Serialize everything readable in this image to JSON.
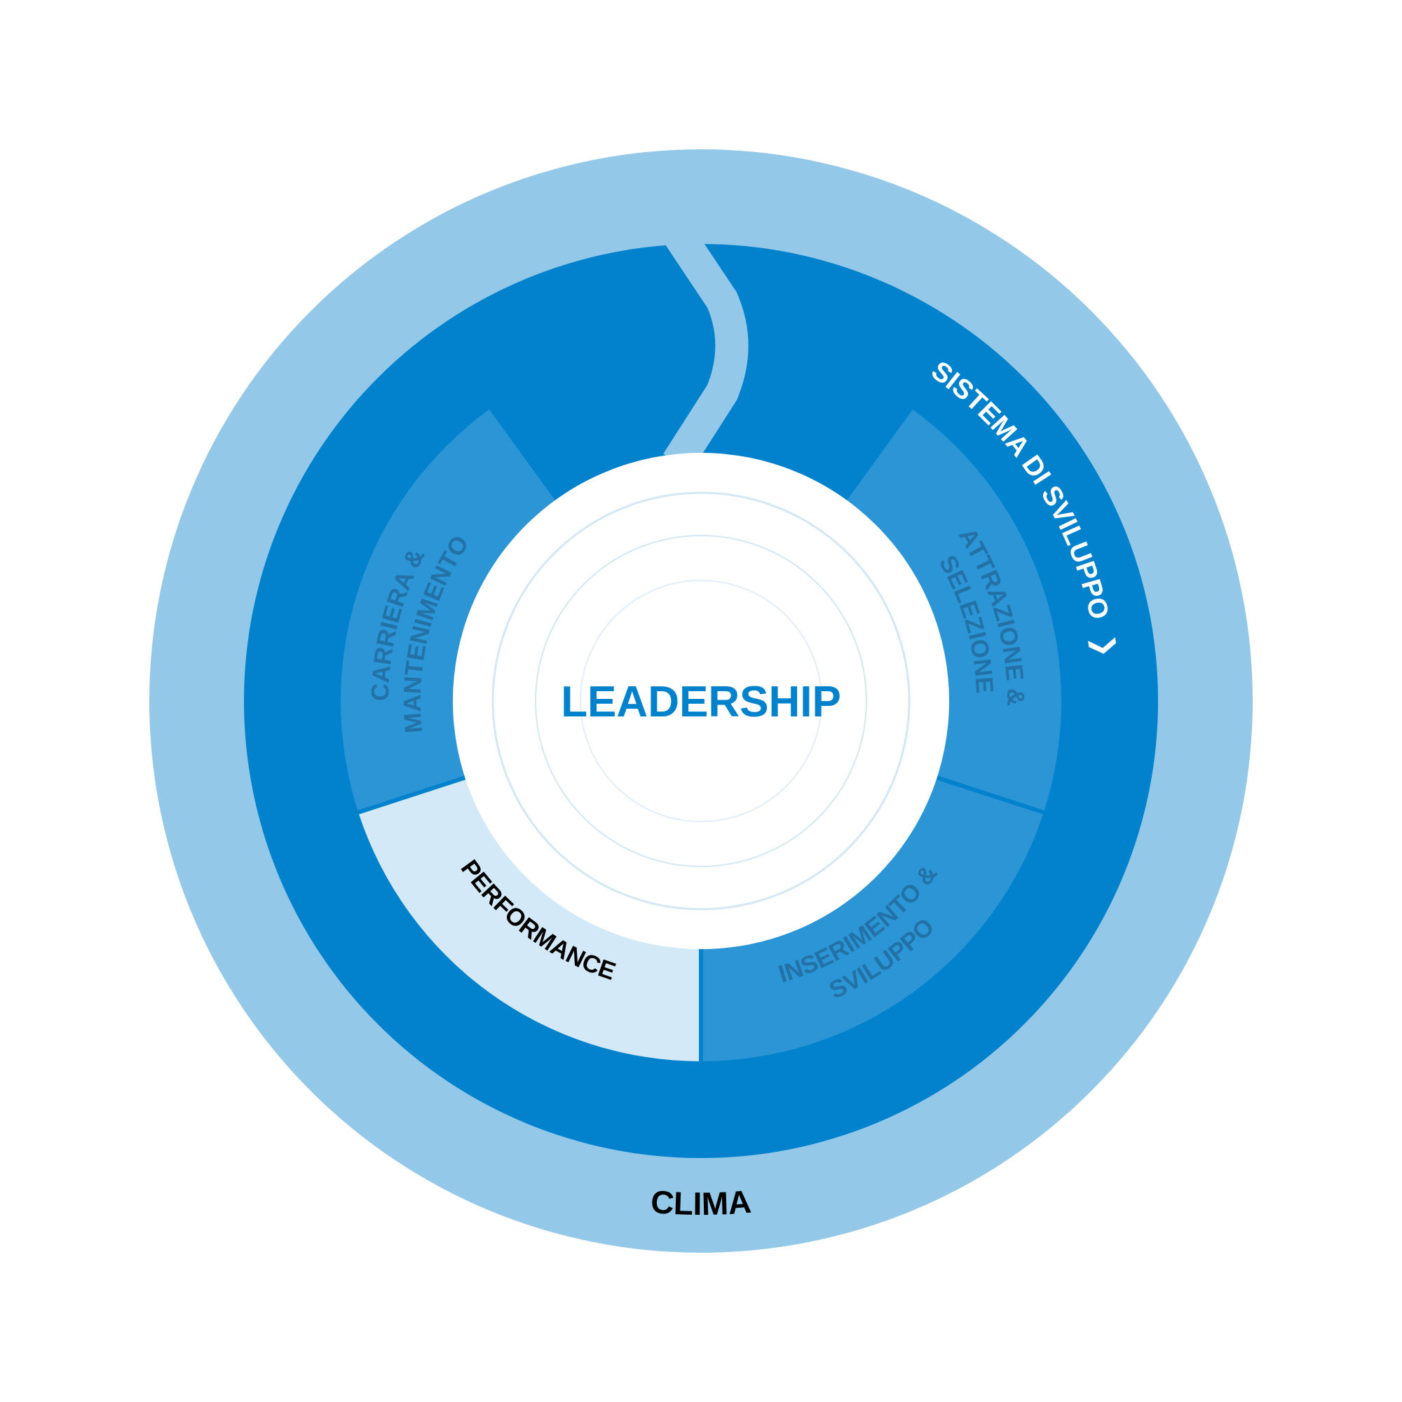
{
  "center": {
    "label": "LEADERSHIP"
  },
  "outer_ring": {
    "label": "CLIMA"
  },
  "middle_ring": {
    "label": "SISTEMA DI SVILUPPO",
    "icon": "chevron-right-icon",
    "icon_glyph": "❯"
  },
  "segments": [
    {
      "id": "attrazione",
      "lines": [
        "ATTRAZIONE &",
        "SELEZIONE"
      ]
    },
    {
      "id": "inserimento",
      "lines": [
        "INSERIMENTO &",
        "SVILUPPO"
      ]
    },
    {
      "id": "performance",
      "lines": [
        "PERFORMANCE"
      ]
    },
    {
      "id": "carriera",
      "lines": [
        "CARRIERA &",
        "MANTENIMENTO"
      ]
    }
  ],
  "colors": {
    "outer": "#93c8e8",
    "middle": "#0281cc",
    "segment": "#2b95d6",
    "performance": "#d4e9f7",
    "inner_rings": "#d3e7f4",
    "center_text": "#0281cc"
  }
}
